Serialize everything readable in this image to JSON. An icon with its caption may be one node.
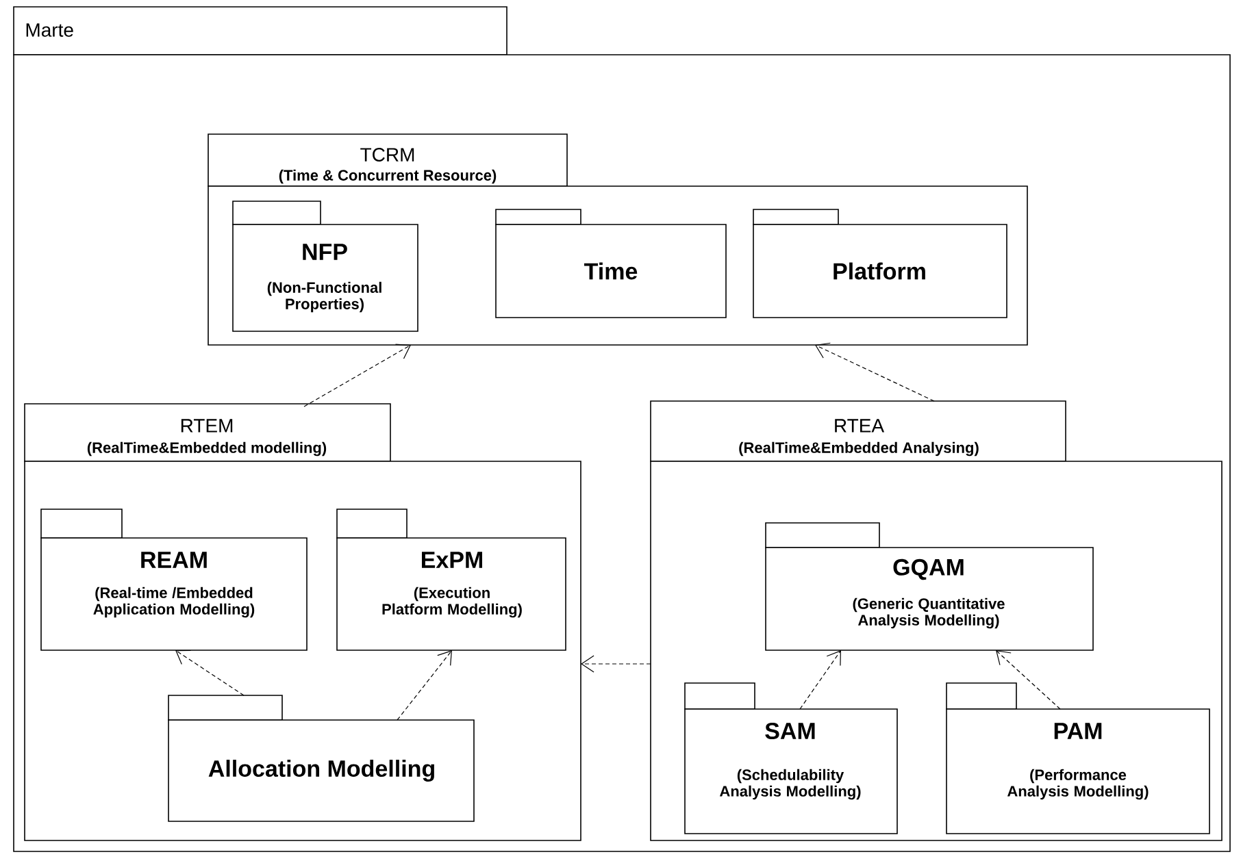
{
  "diagram": {
    "nodes": [
      {
        "text": [
          "Marte"
        ]
      },
      {
        "text": [
          "TCRM",
          "(Time & Concurrent Resource)"
        ],
        "in": 0
      },
      {
        "text": [
          "NFP",
          "(Non-Functional Properties)"
        ],
        "in": 1
      },
      {
        "text": [
          "Time"
        ],
        "in": 1
      },
      {
        "text": [
          "Platform"
        ],
        "in": 1
      },
      {
        "text": [
          "RTEM",
          "(RealTime&Embedded modelling)"
        ],
        "in": 0
      },
      {
        "text": [
          "REAM",
          "(Real-time /Embedded Application Modelling)"
        ],
        "in": 5
      },
      {
        "text": [
          "ExPM",
          "(Execution Platform Modelling)"
        ],
        "in": 5
      },
      {
        "text": [
          "Allocation Modelling"
        ],
        "in": 5
      },
      {
        "text": [
          "RTEA",
          "(RealTime&Embedded Analysing)"
        ],
        "in": 0
      },
      {
        "text": [
          "GQAM",
          "(Generic Quantitative Analysis Modelling)"
        ],
        "in": 9
      },
      {
        "text": [
          "SAM",
          "(Schedulability Analysis Modelling)"
        ],
        "in": 9
      },
      {
        "text": [
          "PAM",
          "(Performance Analysis Modelling)"
        ],
        "in": 9
      }
    ],
    "edges": [
      {
        "from": 5,
        "to": 1,
        "arrow": "to",
        "style": "dashed"
      },
      {
        "from": 9,
        "to": 1,
        "arrow": "to",
        "style": "dashed"
      },
      {
        "from": 9,
        "to": 5,
        "arrow": "to",
        "style": "dashed"
      },
      {
        "from": 8,
        "to": 6,
        "arrow": "to",
        "style": "dashed"
      },
      {
        "from": 8,
        "to": 7,
        "arrow": "to",
        "style": "dashed"
      },
      {
        "from": 11,
        "to": 10,
        "arrow": "to",
        "style": "dashed"
      },
      {
        "from": 12,
        "to": 10,
        "arrow": "to",
        "style": "dashed"
      }
    ]
  }
}
